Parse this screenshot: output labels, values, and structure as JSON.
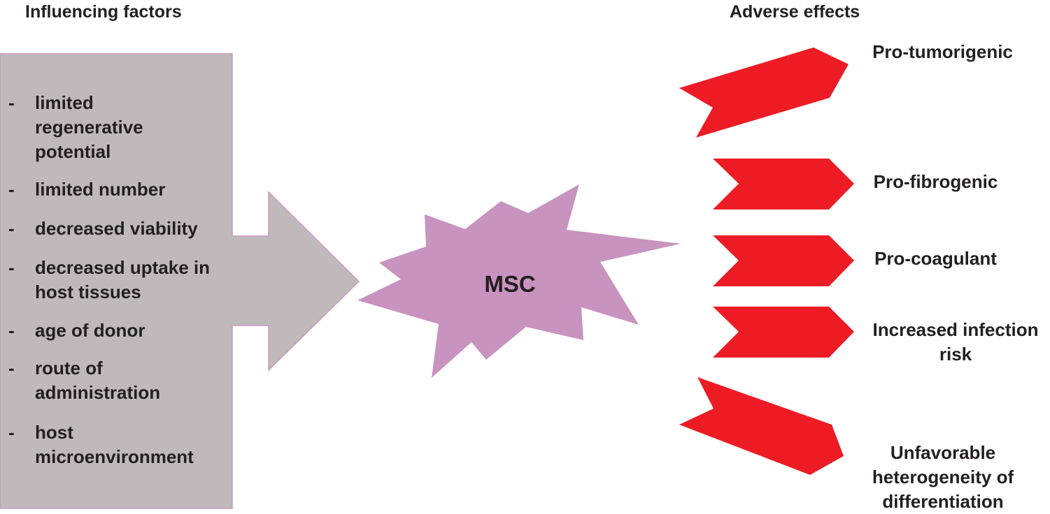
{
  "headings": {
    "left": "Influencing factors",
    "right": "Adverse effects"
  },
  "factors": [
    {
      "dash": "-",
      "text": "limited regenerative potential"
    },
    {
      "dash": "-",
      "text": "limited number"
    },
    {
      "dash": "-",
      "text": "decreased viability"
    },
    {
      "dash": "-",
      "text": "decreased uptake in host tissues"
    },
    {
      "dash": "-",
      "text": "age of donor"
    },
    {
      "dash": "-",
      "text": "route of administration"
    },
    {
      "dash": "-",
      "text": "host microenvironment"
    }
  ],
  "center": {
    "label": "MSC"
  },
  "effects": [
    {
      "label": "Pro-tumorigenic"
    },
    {
      "label": "Pro-fibrogenic"
    },
    {
      "label": "Pro-coagulant"
    },
    {
      "label": "Increased infection risk"
    },
    {
      "label": "Unfavorable heterogeneity of differentiation"
    }
  ],
  "colors": {
    "factors_box": "#c0b9bc",
    "factors_border": "#c79bbd",
    "msc_burst": "#c893bf",
    "effect_arrows": "#ed1c24",
    "text": "#231f20"
  }
}
